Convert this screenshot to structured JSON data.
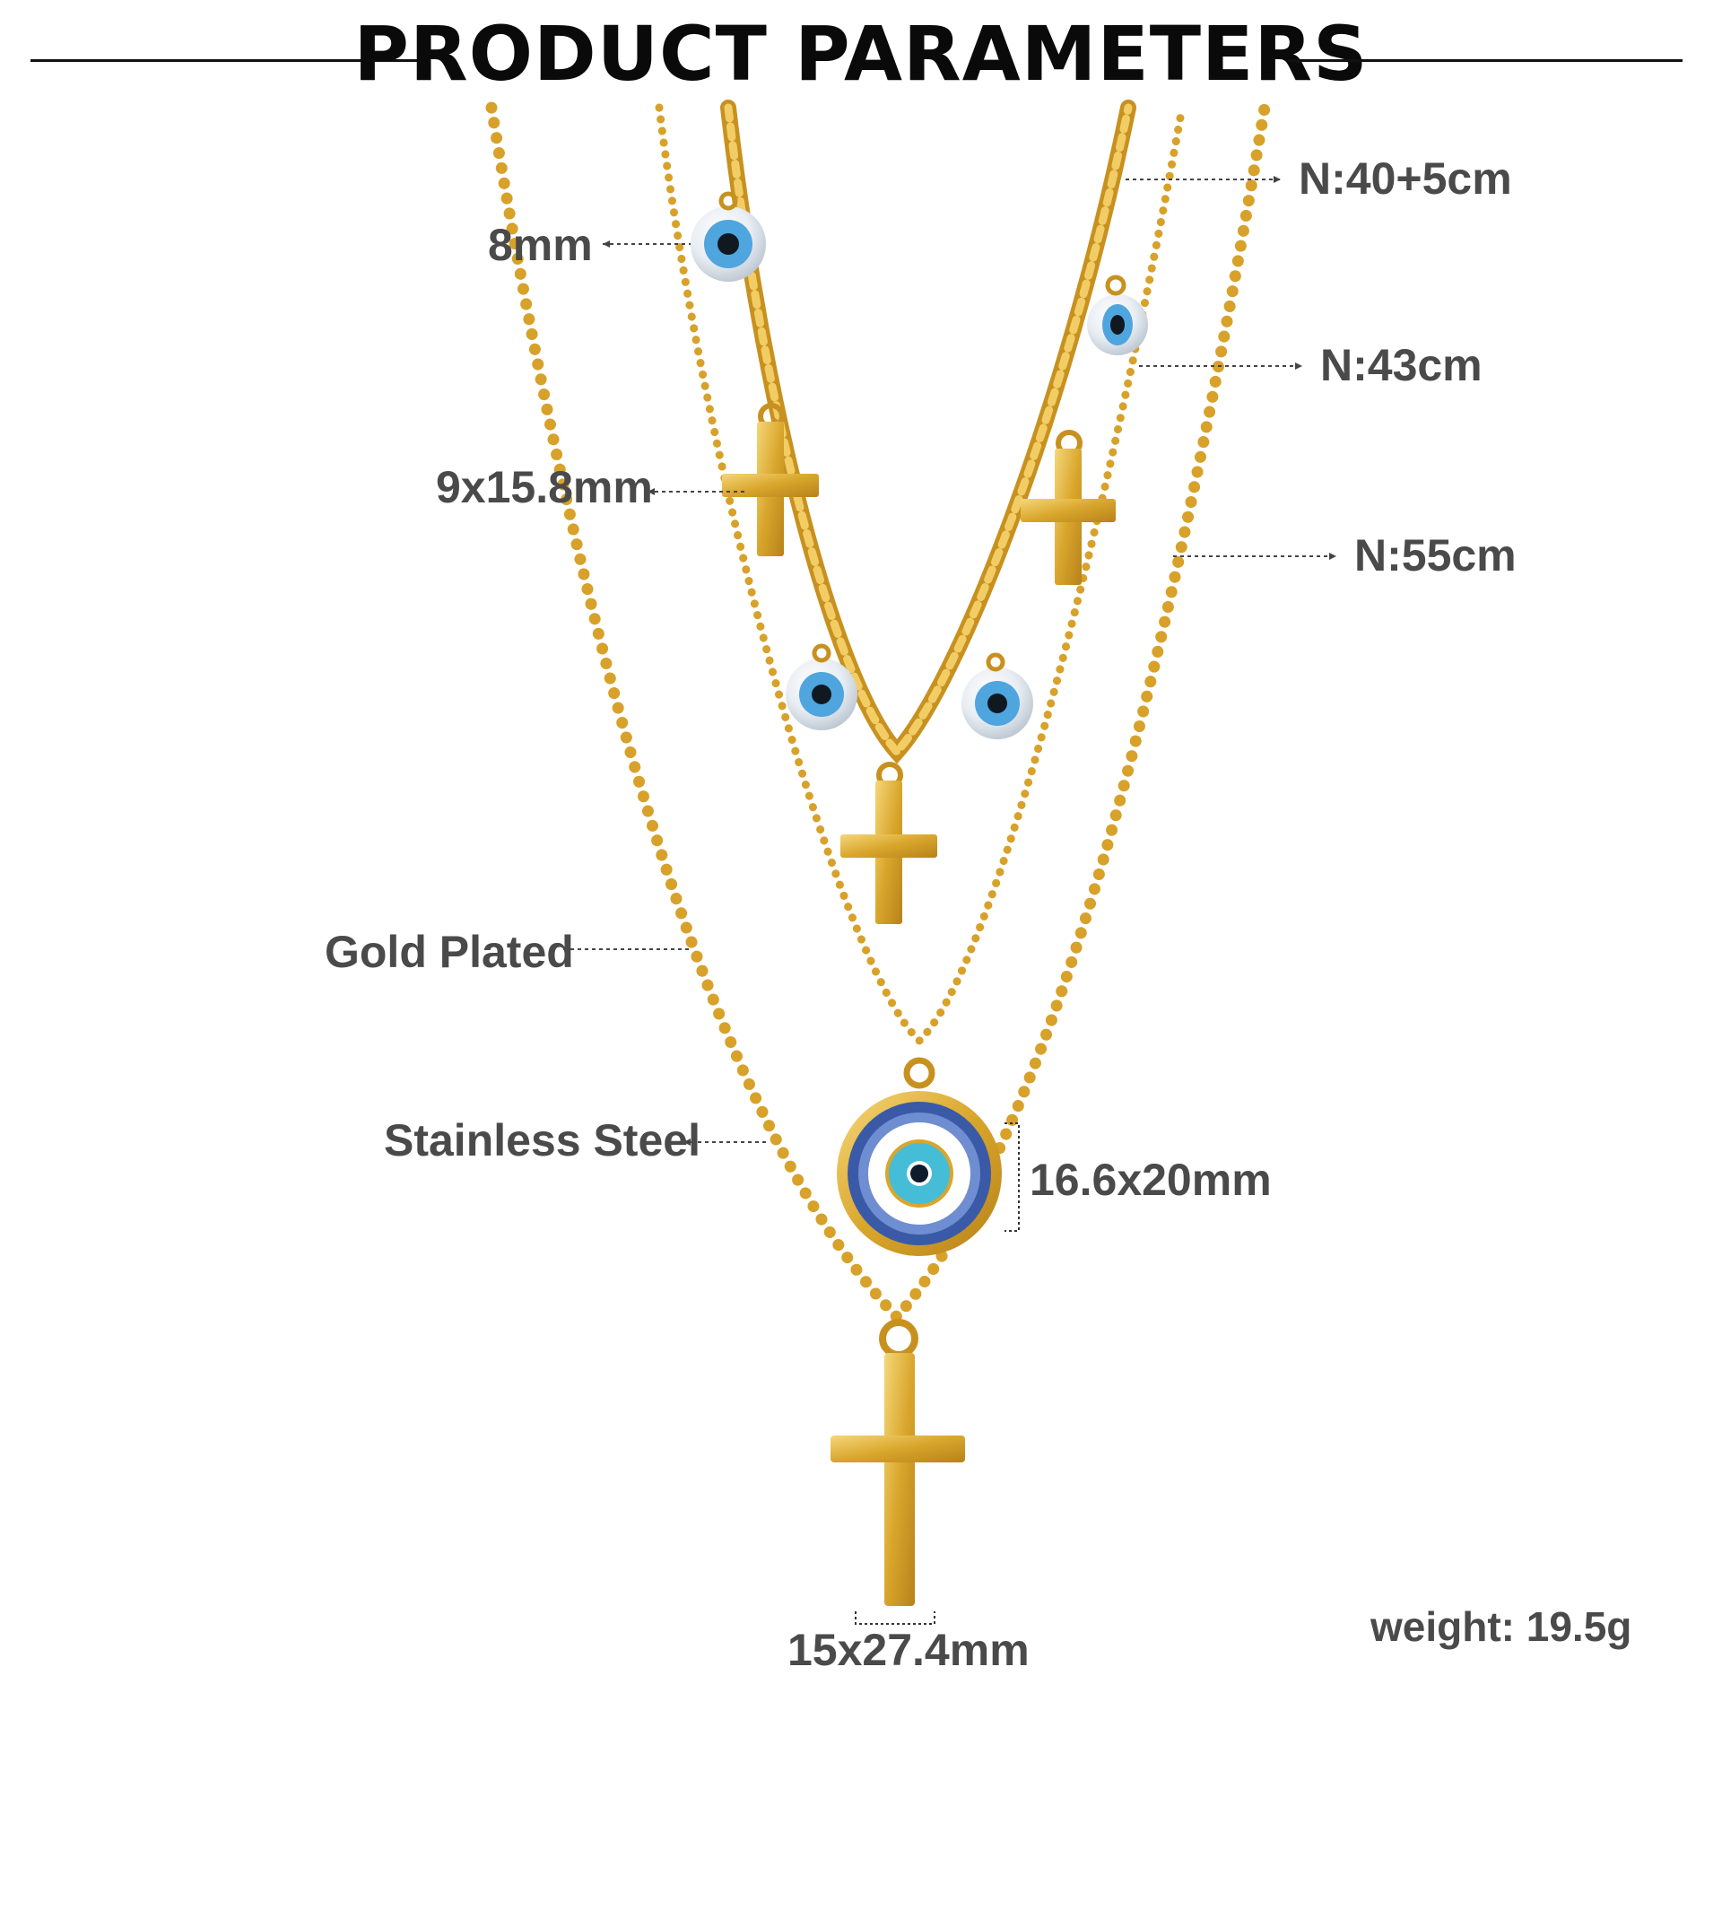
{
  "title": "PRODUCT PARAMETERS",
  "labels": {
    "eye_bead": "8mm",
    "small_cross": "9x15.8mm",
    "gold": "Gold Plated",
    "steel": "Stainless Steel",
    "chain1": "N:40+5cm",
    "chain2": "N:43cm",
    "chain3": "N:55cm",
    "eye_pendant": "16.6x20mm",
    "big_cross": "15x27.4mm",
    "weight": "weight: 19.5g"
  },
  "colors": {
    "gold": "#d9a62c",
    "gold_light": "#f3d06a",
    "eye_blue": "#4f8fd6",
    "eye_navy": "#2f4f9a",
    "eye_cyan": "#43b9d4",
    "label_gray": "#4a4a4a"
  }
}
